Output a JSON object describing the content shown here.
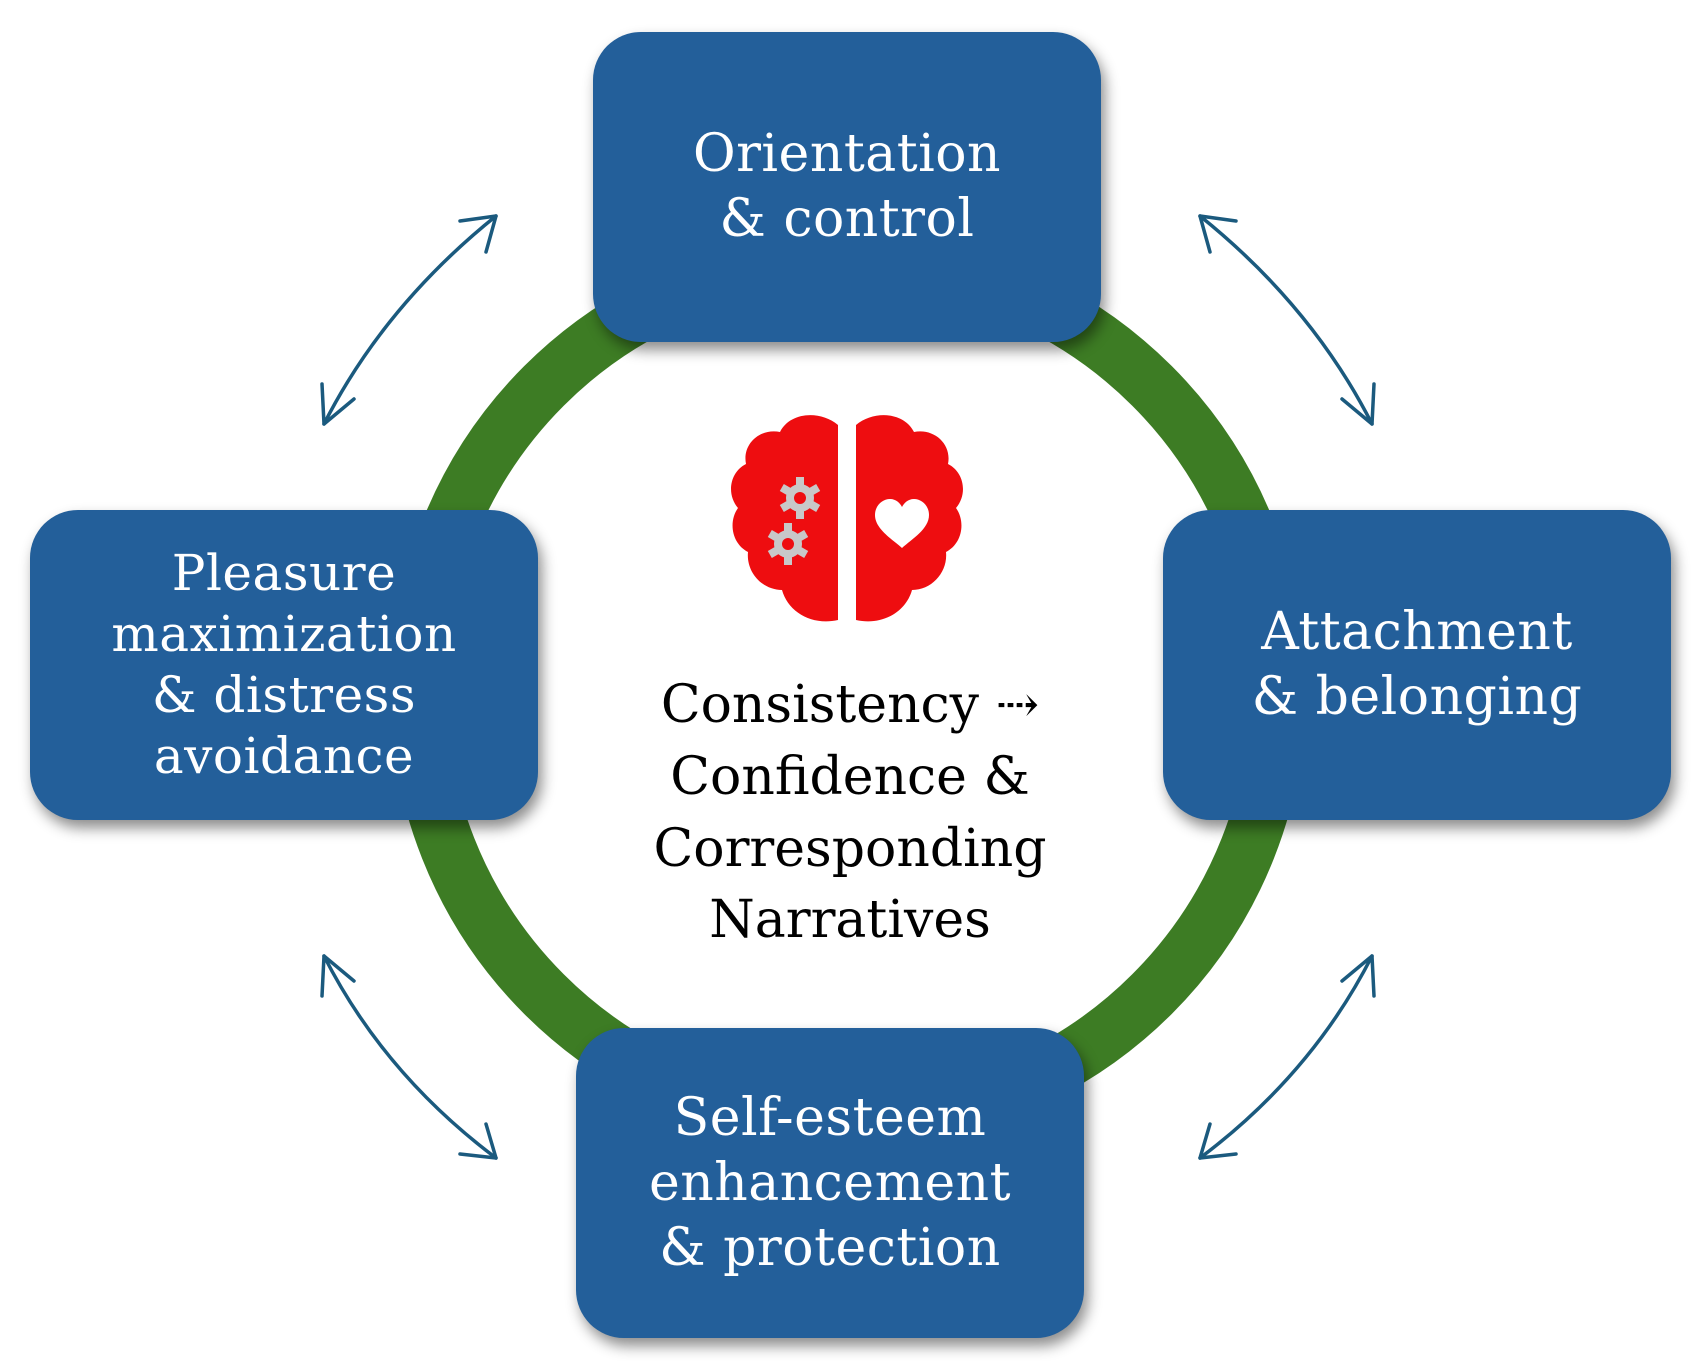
{
  "colors": {
    "box_fill": "#235f9a",
    "ring": "#3d7c24",
    "arrow": "#1b5a7e",
    "brain": "#ee0d10",
    "gear": "#c8c8c8"
  },
  "boxes": {
    "top": {
      "lines": [
        "Orientation",
        "& control"
      ]
    },
    "right": {
      "lines": [
        "Attachment",
        "& belonging"
      ]
    },
    "bottom": {
      "lines": [
        "Self-esteem",
        "enhancement",
        "& protection"
      ]
    },
    "left": {
      "lines": [
        "Pleasure",
        "maximization",
        "& distress",
        "avoidance"
      ]
    }
  },
  "center": {
    "icon": "brain-gears-heart-icon",
    "lines": [
      "Consistency ⇢",
      "Confidence &",
      "Corresponding",
      "Narratives"
    ]
  },
  "arrows": {
    "icon": "double-headed-curved-arrow-icon"
  }
}
